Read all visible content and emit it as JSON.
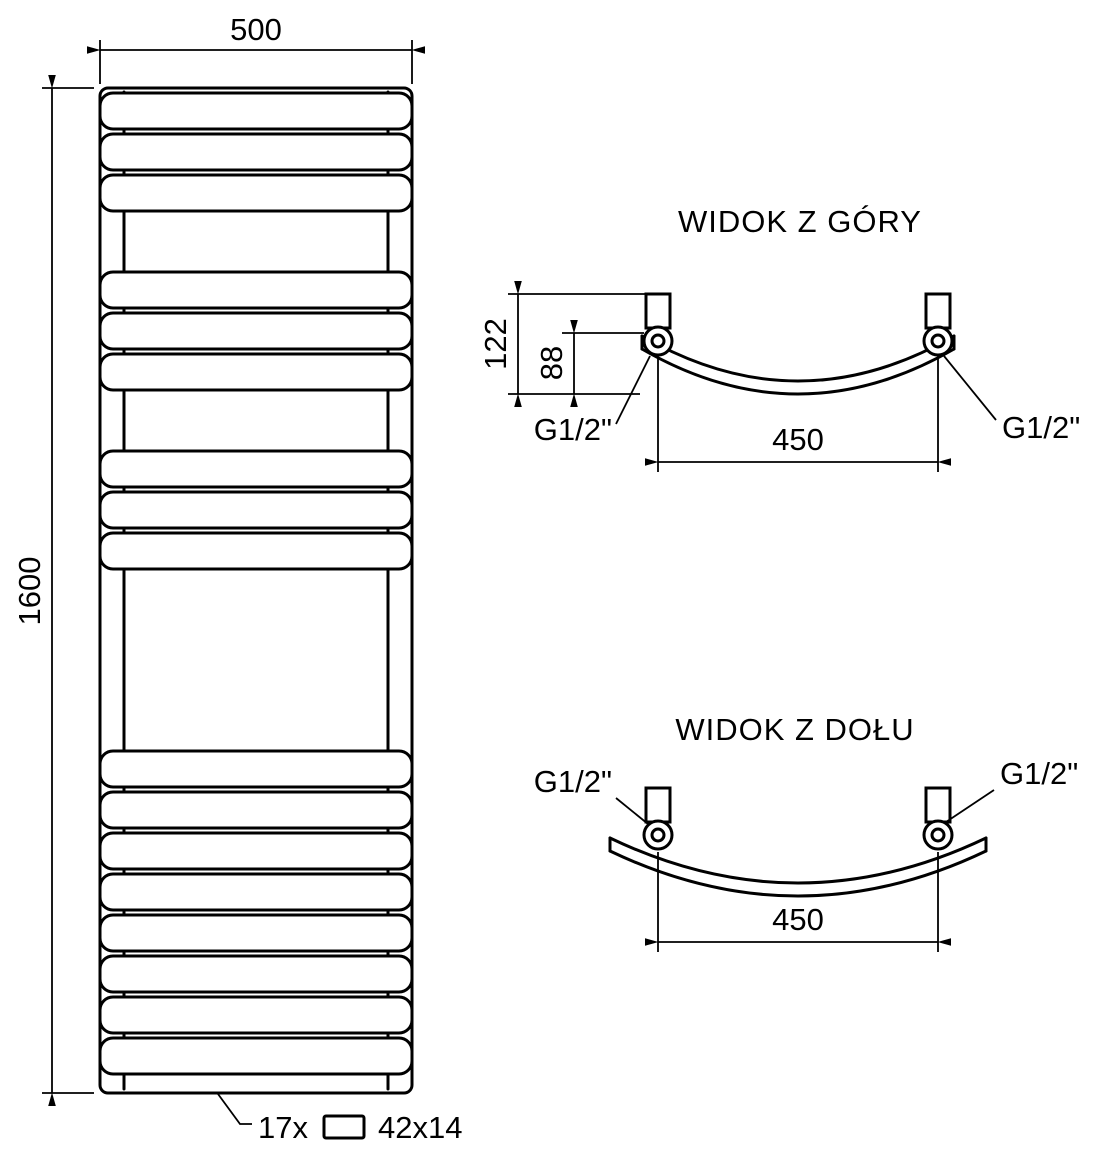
{
  "front_view": {
    "width_dim": "500",
    "height_dim": "1600",
    "tube_count": "17x",
    "tube_size": "42x14"
  },
  "top_view": {
    "title": "WIDOK Z GÓRY",
    "dim_depth": "122",
    "dim_offset": "88",
    "dim_spacing": "450",
    "fitting_left": "G1/2\"",
    "fitting_right": "G1/2\""
  },
  "bottom_view": {
    "title": "WIDOK Z DOŁU",
    "dim_spacing": "450",
    "fitting_left": "G1/2\"",
    "fitting_right": "G1/2\""
  }
}
